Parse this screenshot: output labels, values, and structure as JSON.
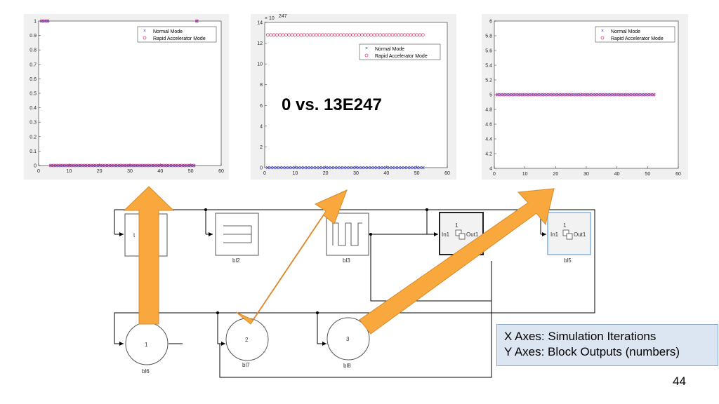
{
  "plots": [
    {
      "x_ticks": [
        "0",
        "10",
        "20",
        "30",
        "40",
        "50",
        "60"
      ],
      "y_ticks": [
        "0",
        "0.1",
        "0.2",
        "0.3",
        "0.4",
        "0.5",
        "0.6",
        "0.7",
        "0.8",
        "0.9",
        "1"
      ],
      "exponent": "",
      "legend": [
        "Normal Mode",
        "Rapid Accelerator Mode"
      ]
    },
    {
      "x_ticks": [
        "0",
        "10",
        "20",
        "30",
        "40",
        "50",
        "60"
      ],
      "y_ticks": [
        "0",
        "2",
        "4",
        "6",
        "8",
        "10",
        "12",
        "14"
      ],
      "exponent": "× 10",
      "exponent_power": "247",
      "legend": [
        "Normal Mode",
        "Rapid Accelerator Mode"
      ]
    },
    {
      "x_ticks": [
        "0",
        "10",
        "20",
        "30",
        "40",
        "50",
        "60"
      ],
      "y_ticks": [
        "4",
        "4.2",
        "4.4",
        "4.6",
        "4.8",
        "5",
        "5.2",
        "5.4",
        "5.6",
        "5.8",
        "6"
      ],
      "exponent": "",
      "legend": [
        "Normal Mode",
        "Rapid Accelerator Mode"
      ]
    }
  ],
  "chart_data": [
    {
      "type": "scatter",
      "xlim": [
        0,
        60
      ],
      "ylim": [
        0,
        1
      ],
      "legend_position": "top-right",
      "series": [
        {
          "name": "Normal Mode",
          "marker": "x",
          "color": "#3333cc",
          "x": [
            1,
            2,
            3,
            4,
            5,
            6,
            7,
            8,
            9,
            10,
            11,
            12,
            13,
            14,
            15,
            16,
            17,
            18,
            19,
            20,
            21,
            22,
            23,
            24,
            25,
            26,
            27,
            28,
            29,
            30,
            31,
            32,
            33,
            34,
            35,
            36,
            37,
            38,
            39,
            40,
            41,
            42,
            43,
            44,
            45,
            46,
            47,
            48,
            49,
            50,
            51,
            52
          ],
          "y": [
            1,
            1,
            1,
            0,
            0,
            0,
            0,
            0,
            0,
            0,
            0,
            0,
            0,
            0,
            0,
            0,
            0,
            0,
            0,
            0,
            0,
            0,
            0,
            0,
            0,
            0,
            0,
            0,
            0,
            0,
            0,
            0,
            0,
            0,
            0,
            0,
            0,
            0,
            0,
            0,
            0,
            0,
            0,
            0,
            0,
            0,
            0,
            0,
            0,
            0,
            0,
            1
          ]
        },
        {
          "name": "Rapid Accelerator Mode",
          "marker": "o",
          "color": "#e0407a",
          "x": [
            1,
            2,
            3,
            4,
            5,
            6,
            7,
            8,
            9,
            10,
            11,
            12,
            13,
            14,
            15,
            16,
            17,
            18,
            19,
            20,
            21,
            22,
            23,
            24,
            25,
            26,
            27,
            28,
            29,
            30,
            31,
            32,
            33,
            34,
            35,
            36,
            37,
            38,
            39,
            40,
            41,
            42,
            43,
            44,
            45,
            46,
            47,
            48,
            49,
            50,
            51,
            52
          ],
          "y": [
            1,
            1,
            1,
            0,
            0,
            0,
            0,
            0,
            0,
            0,
            0,
            0,
            0,
            0,
            0,
            0,
            0,
            0,
            0,
            0,
            0,
            0,
            0,
            0,
            0,
            0,
            0,
            0,
            0,
            0,
            0,
            0,
            0,
            0,
            0,
            0,
            0,
            0,
            0,
            0,
            0,
            0,
            0,
            0,
            0,
            0,
            0,
            0,
            0,
            0,
            0,
            1
          ]
        }
      ]
    },
    {
      "type": "scatter",
      "xlim": [
        0,
        60
      ],
      "ylim": [
        0,
        1.4e+248
      ],
      "legend_position": "top-right",
      "series": [
        {
          "name": "Normal Mode",
          "marker": "x",
          "color": "#3333cc",
          "x_range": [
            1,
            52
          ],
          "y_constant": 0
        },
        {
          "name": "Rapid Accelerator Mode",
          "marker": "o",
          "color": "#e0407a",
          "x_range": [
            1,
            52
          ],
          "y_constant": 1.28e+248
        }
      ]
    },
    {
      "type": "scatter",
      "xlim": [
        0,
        60
      ],
      "ylim": [
        4,
        6
      ],
      "legend_position": "top-right",
      "series": [
        {
          "name": "Normal Mode",
          "marker": "x",
          "color": "#3333cc",
          "x_range": [
            1,
            52
          ],
          "y_constant": 5
        },
        {
          "name": "Rapid Accelerator Mode",
          "marker": "o",
          "color": "#e0407a",
          "x_range": [
            1,
            52
          ],
          "y_constant": 5
        }
      ]
    }
  ],
  "annotation": "0 vs. 13E247",
  "diagram": {
    "blocks": {
      "bl1_glyph": "t",
      "bl2_label": "bl2",
      "bl3_label": "bl3",
      "bl4_in": "In1",
      "bl4_out": "Out1",
      "bl5_in": "In1",
      "bl5_out": "Out1",
      "bl5_label": "bl5",
      "sub_glyph": "1",
      "bl6_num": "1",
      "bl6_label": "bl6",
      "bl7_num": "2",
      "bl7_label": "bl7",
      "bl8_num": "3",
      "bl8_label": "bl8"
    }
  },
  "axes_note": {
    "line1": "X Axes: Simulation Iterations",
    "line2": "Y Axes: Block Outputs (numbers)"
  },
  "page_number": "44",
  "colors": {
    "arrow": "#f9a83e",
    "arrow_stroke": "#d9892a",
    "normal_mode": "#3333cc",
    "rapid_mode": "#e0407a",
    "note_bg": "#dce6f2"
  }
}
